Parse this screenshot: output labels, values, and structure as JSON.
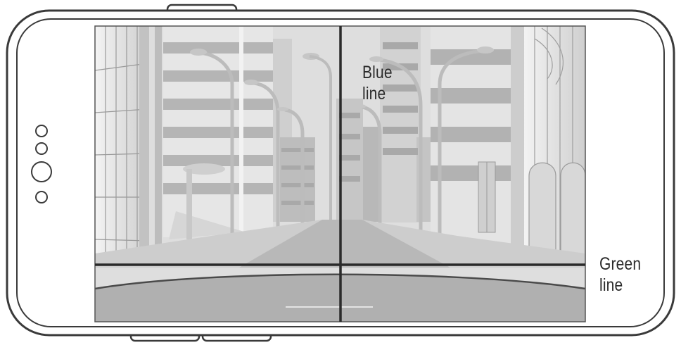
{
  "labels": {
    "blue_line": {
      "line1": "Blue",
      "line2": "line"
    },
    "green_line": {
      "line1": "Green",
      "line2": "line"
    }
  },
  "colors": {
    "device_outline": "#3a3a3a",
    "scene_sky": "#dedede",
    "building_light": "#e8e8e8",
    "building_mid": "#c9c9c9",
    "building_dark": "#a9a9a9",
    "road": "#b3b3b3",
    "guide_lines": "#2a2a2a"
  },
  "icons": [
    "camera-lens-icon",
    "sensor-dot-icon",
    "sensor-dot-icon",
    "sensor-dot-icon"
  ]
}
